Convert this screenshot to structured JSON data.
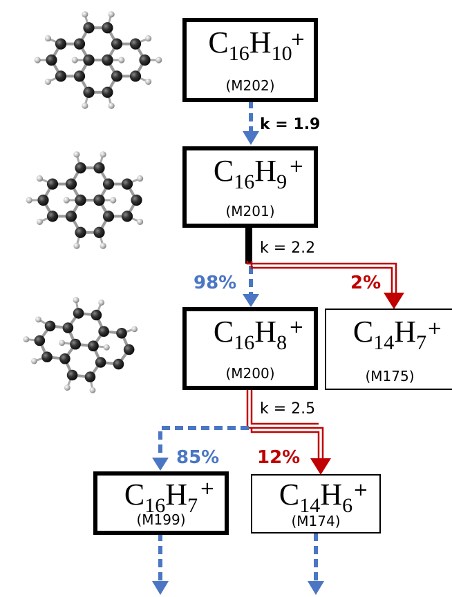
{
  "colors": {
    "blue": "#4a76c4",
    "red": "#c00000",
    "black": "#000000"
  },
  "ions": {
    "m202": {
      "element1": "C",
      "sub1": "16",
      "element2": "H",
      "sub2": "10",
      "charge": "+",
      "mass": "(M202)"
    },
    "m201": {
      "element1": "C",
      "sub1": "16",
      "element2": "H",
      "sub2": "9",
      "charge": "+",
      "mass": "(M201)"
    },
    "m200": {
      "element1": "C",
      "sub1": "16",
      "element2": "H",
      "sub2": "8",
      "charge": "+",
      "mass": "(M200)"
    },
    "m175": {
      "element1": "C",
      "sub1": "14",
      "element2": "H",
      "sub2": "7",
      "charge": "+",
      "mass": "(M175)"
    },
    "m199": {
      "element1": "C",
      "sub1": "16",
      "element2": "H",
      "sub2": "7",
      "charge": "+",
      "mass": "(M199)"
    },
    "m174": {
      "element1": "C",
      "sub1": "14",
      "element2": "H",
      "sub2": "6",
      "charge": "+",
      "mass": "(M174)"
    }
  },
  "rates": {
    "k1": "k = 1.9",
    "k2": "k = 2.2",
    "k3": "k = 2.5"
  },
  "branches": {
    "b1_blue": "98%",
    "b1_red": "2%",
    "b2_blue": "85%",
    "b2_red": "12%"
  },
  "molecules": [
    "pyrene-icon",
    "pyrenyl-icon",
    "pyrene-dehydro-icon"
  ]
}
